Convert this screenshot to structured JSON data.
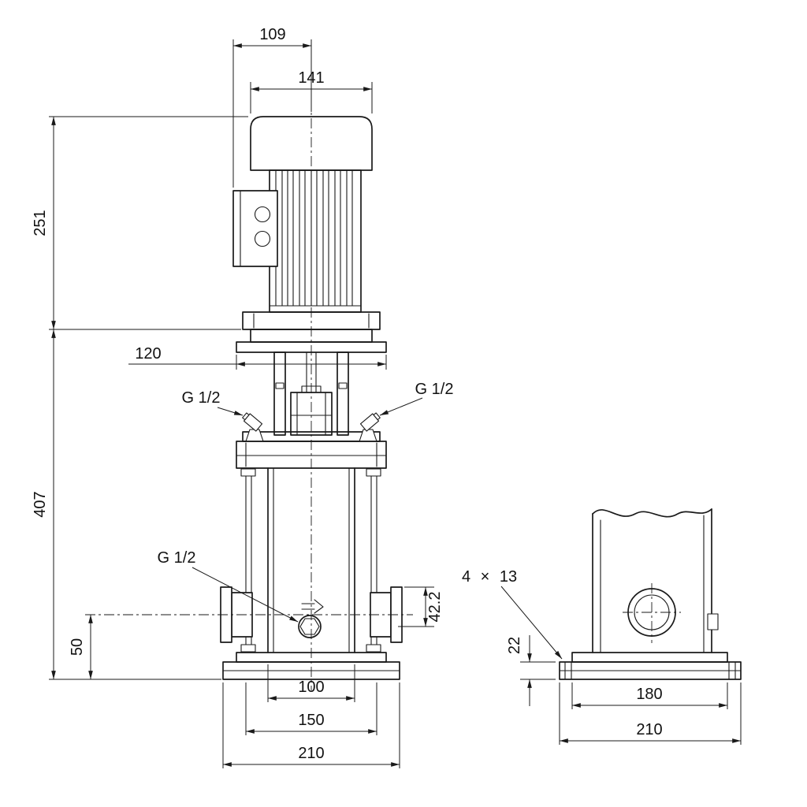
{
  "front_view": {
    "dim_motor_depth": "109",
    "dim_motor_width": "141",
    "dim_motor_height": "251",
    "dim_head_width": "120",
    "plug_left": "G 1/2",
    "plug_right": "G 1/2",
    "plug_drain": "G 1/2",
    "dim_total_height": "407",
    "dim_port": "42.2",
    "dim_port_centerline_height": "50",
    "dim_inner_width": "100",
    "dim_bolt_span": "150",
    "dim_base_width": "210"
  },
  "side_view": {
    "dim_holes": "4 × 13",
    "dim_base_thickness": "22",
    "dim_base_inner_length": "180",
    "dim_base_length": "210"
  }
}
